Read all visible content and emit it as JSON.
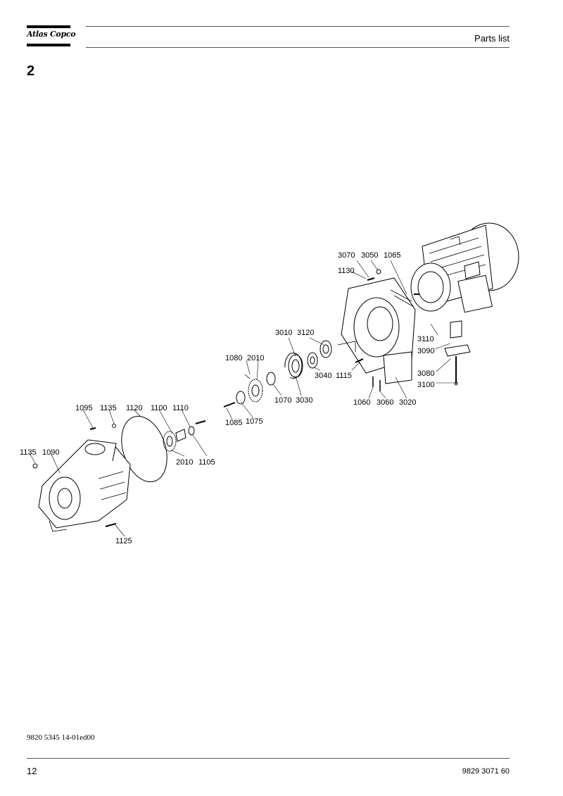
{
  "header": {
    "logo_text": "Atlas Copco",
    "title": "Parts list"
  },
  "section": {
    "number": "2"
  },
  "diagram": {
    "callouts": [
      {
        "id": "c3070",
        "label": "3070"
      },
      {
        "id": "c3050",
        "label": "3050"
      },
      {
        "id": "c1065",
        "label": "1065"
      },
      {
        "id": "c1130",
        "label": "1130"
      },
      {
        "id": "c3010",
        "label": "3010"
      },
      {
        "id": "c3120",
        "label": "3120"
      },
      {
        "id": "c3040",
        "label": "3040"
      },
      {
        "id": "c1115",
        "label": "1115"
      },
      {
        "id": "c3110",
        "label": "3110"
      },
      {
        "id": "c3090",
        "label": "3090"
      },
      {
        "id": "c3080",
        "label": "3080"
      },
      {
        "id": "c3100",
        "label": "3100"
      },
      {
        "id": "c1080",
        "label": "1080"
      },
      {
        "id": "c2010a",
        "label": "2010"
      },
      {
        "id": "c1070",
        "label": "1070"
      },
      {
        "id": "c3030",
        "label": "3030"
      },
      {
        "id": "c1060",
        "label": "1060"
      },
      {
        "id": "c3060",
        "label": "3060"
      },
      {
        "id": "c3020",
        "label": "3020"
      },
      {
        "id": "c1085",
        "label": "1085"
      },
      {
        "id": "c1075",
        "label": "1075"
      },
      {
        "id": "c1095",
        "label": "1095"
      },
      {
        "id": "c1135a",
        "label": "1135"
      },
      {
        "id": "c1120",
        "label": "1120"
      },
      {
        "id": "c1100",
        "label": "1100"
      },
      {
        "id": "c1110",
        "label": "1110"
      },
      {
        "id": "c2010b",
        "label": "2010"
      },
      {
        "id": "c1105",
        "label": "1105"
      },
      {
        "id": "c1135b",
        "label": "1135"
      },
      {
        "id": "c1090",
        "label": "1090"
      },
      {
        "id": "c1125",
        "label": "1125"
      }
    ]
  },
  "footer": {
    "doc_ref": "9820 5345 14-01ed00",
    "page_number": "12",
    "doc_number": "9829 3071 60"
  }
}
